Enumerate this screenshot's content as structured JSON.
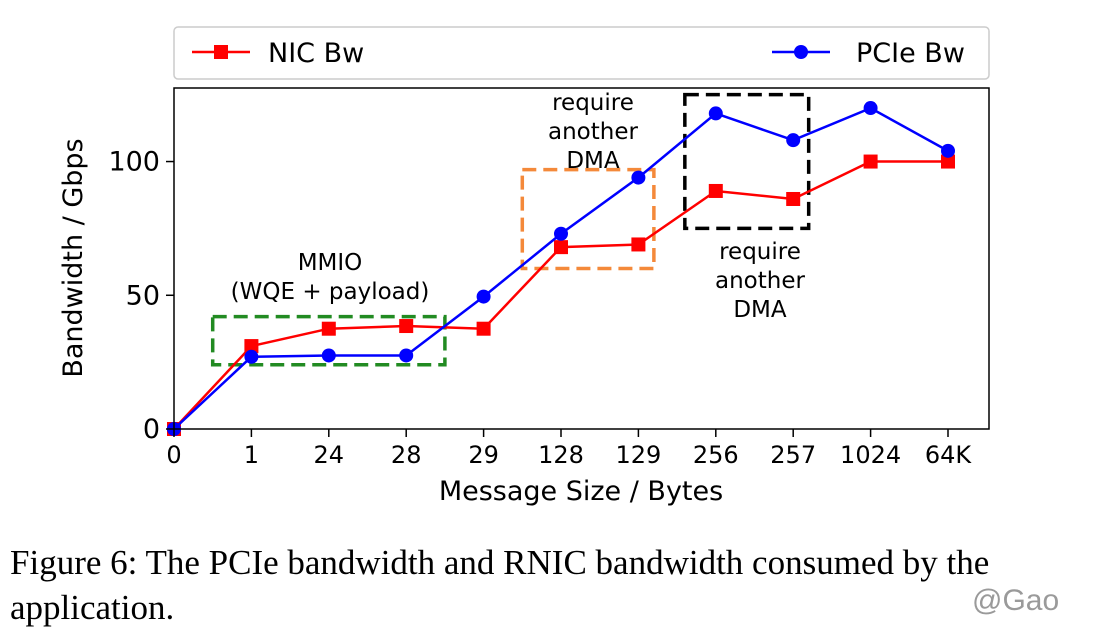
{
  "chart_data": {
    "type": "line",
    "categories": [
      "0",
      "1",
      "24",
      "28",
      "29",
      "128",
      "129",
      "256",
      "257",
      "1024",
      "64K"
    ],
    "series": [
      {
        "name": "NIC Bw",
        "color": "#ff0000",
        "marker": "square",
        "values": [
          0,
          31,
          37.5,
          38.5,
          37.5,
          68,
          69,
          89,
          86,
          100,
          100
        ]
      },
      {
        "name": "PCIe Bw",
        "color": "#0000ff",
        "marker": "circle",
        "values": [
          0,
          27,
          27.5,
          27.5,
          49.5,
          73,
          94,
          118,
          108,
          120,
          104
        ]
      }
    ],
    "xlabel": "Message Size / Bytes",
    "ylabel": "Bandwidth / Gbps",
    "ylim": [
      0,
      127.5
    ],
    "yticks": [
      0,
      50,
      100
    ],
    "grid": false,
    "legend": "top",
    "annotations": [
      {
        "id": "mmio",
        "lines": [
          "MMIO",
          "(WQE + payload)"
        ],
        "color": "#228b22",
        "x_from": 0.5,
        "x_to": 3.5,
        "y_from": 24,
        "y_to": 42
      },
      {
        "id": "dma-128",
        "lines": [
          "require",
          "another",
          "DMA"
        ],
        "color": "#f4893a",
        "x_from": 4.5,
        "x_to": 6.2,
        "y_from": 60,
        "y_to": 97
      },
      {
        "id": "dma-256",
        "lines": [
          "require",
          "another",
          "DMA"
        ],
        "color": "#000000",
        "x_from": 6.6,
        "x_to": 8.2,
        "y_from": 75,
        "y_to": 125
      }
    ]
  },
  "caption": "Figure 6: The PCIe bandwidth and RNIC bandwidth consumed by the application.",
  "watermark": "@Gao"
}
